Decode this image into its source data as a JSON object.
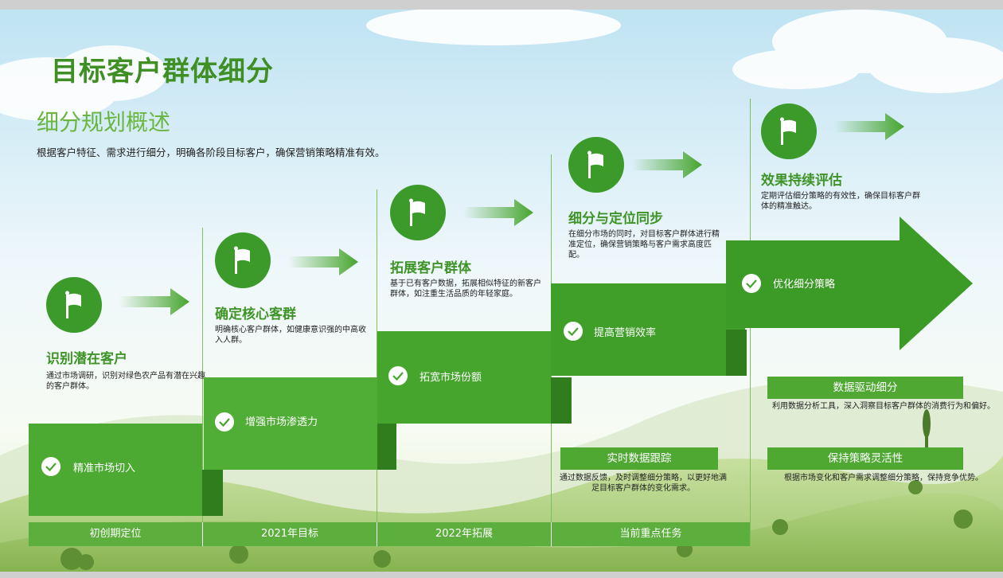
{
  "header": {
    "title": "目标客户群体细分",
    "subtitle": "细分规划概述",
    "intro": "根据客户特征、需求进行细分，明确各阶段目标客户，确保营销策略精准有效。"
  },
  "stages": [
    {
      "title": "识别潜在客户",
      "desc": "通过市场调研，识别对绿色农产品有潜在兴趣的客户群体。",
      "block_label": "精准市场切入",
      "icon": "flag-icon"
    },
    {
      "title": "确定核心客群",
      "desc": "明确核心客户群体，如健康意识强的中高收入人群。",
      "block_label": "增强市场渗透力",
      "icon": "flag-icon"
    },
    {
      "title": "拓展客户群体",
      "desc": "基于已有客户数据，拓展相似特征的新客户群体，如注重生活品质的年轻家庭。",
      "block_label": "拓宽市场份额",
      "icon": "flag-icon"
    },
    {
      "title": "细分与定位同步",
      "desc": "在细分市场的同时，对目标客户群体进行精准定位，确保营销策略与客户需求高度匹配。",
      "block_label": "提高营销效率",
      "icon": "flag-icon"
    },
    {
      "title": "效果持续评估",
      "desc": "定期评估细分策略的有效性，确保目标客户群体的精准触达。",
      "block_label": "优化细分策略",
      "icon": "flag-icon"
    }
  ],
  "timeline": [
    "初创期定位",
    "2021年目标",
    "2022年拓展",
    "当前重点任务"
  ],
  "side_notes": [
    {
      "title": "实时数据跟踪",
      "desc": "通过数据反馈，及时调整细分策略，以更好地满足目标客户群体的变化需求。"
    },
    {
      "title": "数据驱动细分",
      "desc": "利用数据分析工具，深入洞察目标客户群体的消费行为和偏好。"
    },
    {
      "title": "保持策略灵活性",
      "desc": "根据市场变化和客户需求调整细分策略，保持竞争优势。"
    }
  ],
  "colors": {
    "primary": "#47a52e",
    "dark": "#3c9a2a",
    "title": "#3f8f24",
    "subtitle": "#6ab640"
  }
}
